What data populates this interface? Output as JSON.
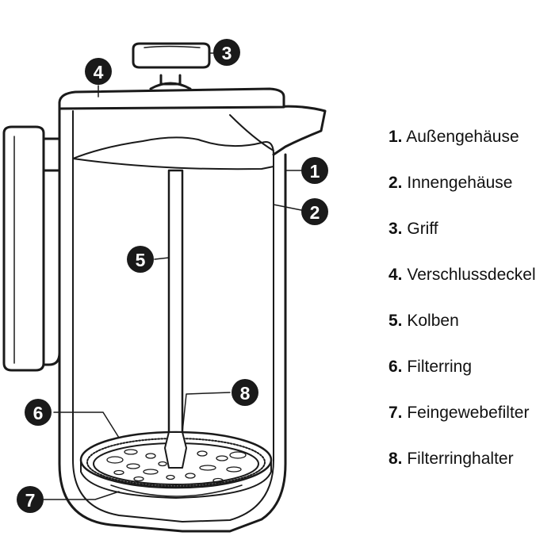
{
  "legend": [
    {
      "num": "1.",
      "label": "Außengehäuse"
    },
    {
      "num": "2.",
      "label": "Innengehäuse"
    },
    {
      "num": "3.",
      "label": "Griff"
    },
    {
      "num": "4.",
      "label": "Verschlussdeckel"
    },
    {
      "num": "5.",
      "label": "Kolben"
    },
    {
      "num": "6.",
      "label": "Filterring"
    },
    {
      "num": "7.",
      "label": "Feingewebefilter"
    },
    {
      "num": "8.",
      "label": "Filterringhalter"
    }
  ],
  "callouts": [
    "1",
    "2",
    "3",
    "4",
    "5",
    "6",
    "7",
    "8"
  ],
  "colors": {
    "line": "#1a1a1a",
    "badge": "#1a1a1a",
    "badge_text": "#ffffff"
  }
}
